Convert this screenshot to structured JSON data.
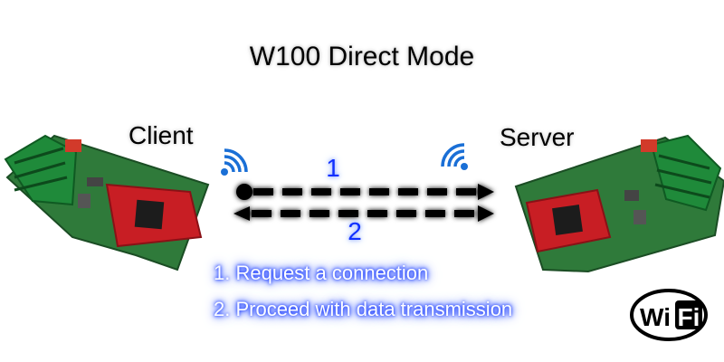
{
  "diagram": {
    "title": "W100 Direct Mode",
    "client_label": "Client",
    "server_label": "Server",
    "step_1": "1",
    "step_2": "2",
    "legend": [
      "1. Request a connection",
      "2. Proceed with data transmission"
    ],
    "logo_text": "WiFi"
  },
  "colors": {
    "board_green": "#2f7a3a",
    "module_red": "#c81e24",
    "terminal_green": "#1f8a3a",
    "glow_blue": "#1030ff",
    "wifi_icon_blue": "#1a6fd6",
    "arrow_black": "#000000"
  },
  "icons": [
    "wifi-signal-icon",
    "wifi-signal-icon",
    "wifi-logo-icon"
  ]
}
